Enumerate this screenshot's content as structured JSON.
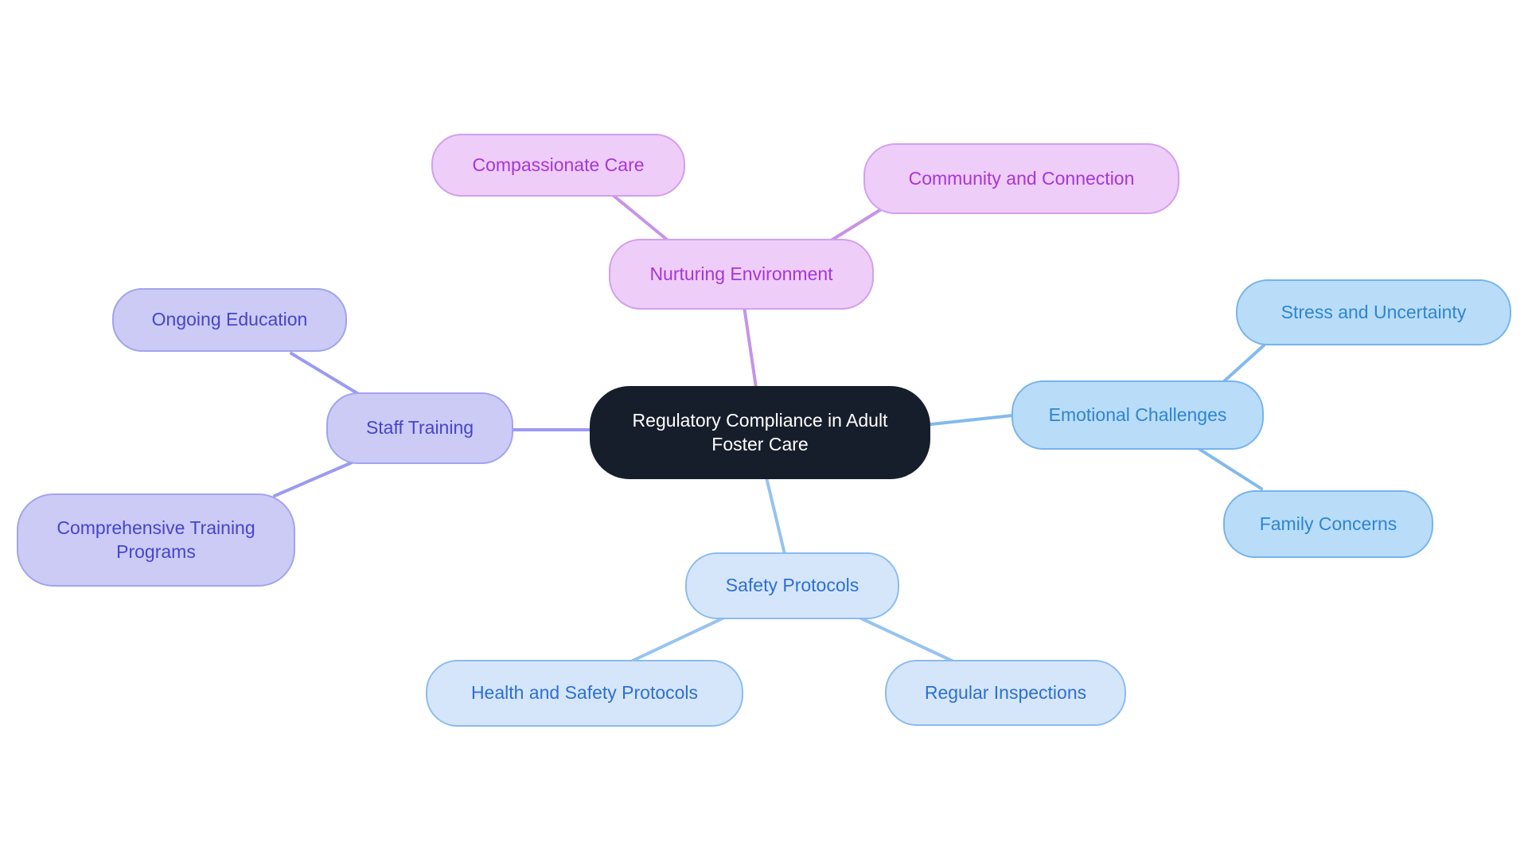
{
  "diagram": {
    "type": "mindmap",
    "background": "#ffffff"
  },
  "center": {
    "label": "Regulatory Compliance in Adult Foster Care",
    "fill": "#171e2b",
    "border": "#171e2b",
    "text_color": "#ffffff"
  },
  "branches": {
    "nurturing": {
      "label": "Nurturing Environment",
      "fill": "#eecdf8",
      "border": "#d29fed",
      "text_color": "#a636d8",
      "edge_color": "#c793e7",
      "children": {
        "compassionate": {
          "label": "Compassionate Care"
        },
        "community": {
          "label": "Community and Connection"
        }
      }
    },
    "staff": {
      "label": "Staff Training",
      "fill": "#cbcbf5",
      "border": "#a3a3ee",
      "text_color": "#4645cd",
      "edge_color": "#9b9af1",
      "children": {
        "ongoing": {
          "label": "Ongoing Education"
        },
        "comprehensive": {
          "label": "Comprehensive Training Programs"
        }
      }
    },
    "emotional": {
      "label": "Emotional Challenges",
      "fill": "#b9dcf9",
      "border": "#76b4ec",
      "text_color": "#2e86cf",
      "edge_color": "#82baed",
      "children": {
        "stress": {
          "label": "Stress and Uncertainty"
        },
        "family": {
          "label": "Family Concerns"
        }
      }
    },
    "safety": {
      "label": "Safety Protocols",
      "fill": "#d5e6fa",
      "border": "#8cbbef",
      "text_color": "#2d6fd3",
      "edge_color": "#97c3f0",
      "children": {
        "health": {
          "label": "Health and Safety Protocols"
        },
        "inspections": {
          "label": "Regular Inspections"
        }
      }
    }
  }
}
